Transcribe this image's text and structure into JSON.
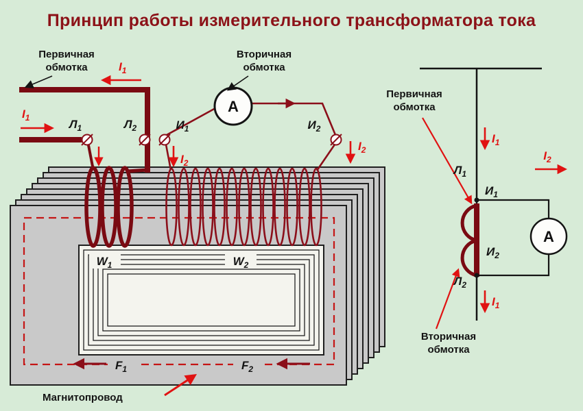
{
  "title": "Принцип работы измерительного трансформатора тока",
  "colors": {
    "background": "#d7ebd7",
    "title": "#8c1218",
    "primary_winding": "#7a0a12",
    "secondary_winding": "#8b0f1a",
    "arrow_red": "#e01212",
    "core_gray": "#c9c9c9",
    "line_black": "#141414"
  },
  "main_diagram": {
    "primary_winding_label": {
      "line1": "Первичная",
      "line2": "обмотка"
    },
    "secondary_winding_label": {
      "line1": "Вторичная",
      "line2": "обмотка"
    },
    "core_label": "Магнитопровод",
    "ammeter": "A",
    "terminals": {
      "l1": {
        "base": "Л",
        "sub": "1"
      },
      "l2": {
        "base": "Л",
        "sub": "2"
      },
      "i1": {
        "base": "И",
        "sub": "1"
      },
      "i2": {
        "base": "И",
        "sub": "2"
      }
    },
    "currents": {
      "i1": {
        "base": "I",
        "sub": "1"
      },
      "i2": {
        "base": "I",
        "sub": "2"
      }
    },
    "turns": {
      "w1": {
        "base": "W",
        "sub": "1"
      },
      "w2": {
        "base": "W",
        "sub": "2"
      }
    },
    "flux": {
      "f1": {
        "base": "F",
        "sub": "1"
      },
      "f2": {
        "base": "F",
        "sub": "2"
      }
    }
  },
  "circuit_diagram": {
    "primary_winding_label": {
      "line1": "Первичная",
      "line2": "обмотка"
    },
    "secondary_winding_label": {
      "line1": "Вторичная",
      "line2": "обмотка"
    },
    "ammeter": "A",
    "terminals": {
      "l1": {
        "base": "Л",
        "sub": "1"
      },
      "l2": {
        "base": "Л",
        "sub": "2"
      },
      "i1": {
        "base": "И",
        "sub": "1"
      },
      "i2": {
        "base": "И",
        "sub": "2"
      }
    },
    "currents": {
      "i1": {
        "base": "I",
        "sub": "1"
      },
      "i2": {
        "base": "I",
        "sub": "2"
      }
    }
  }
}
